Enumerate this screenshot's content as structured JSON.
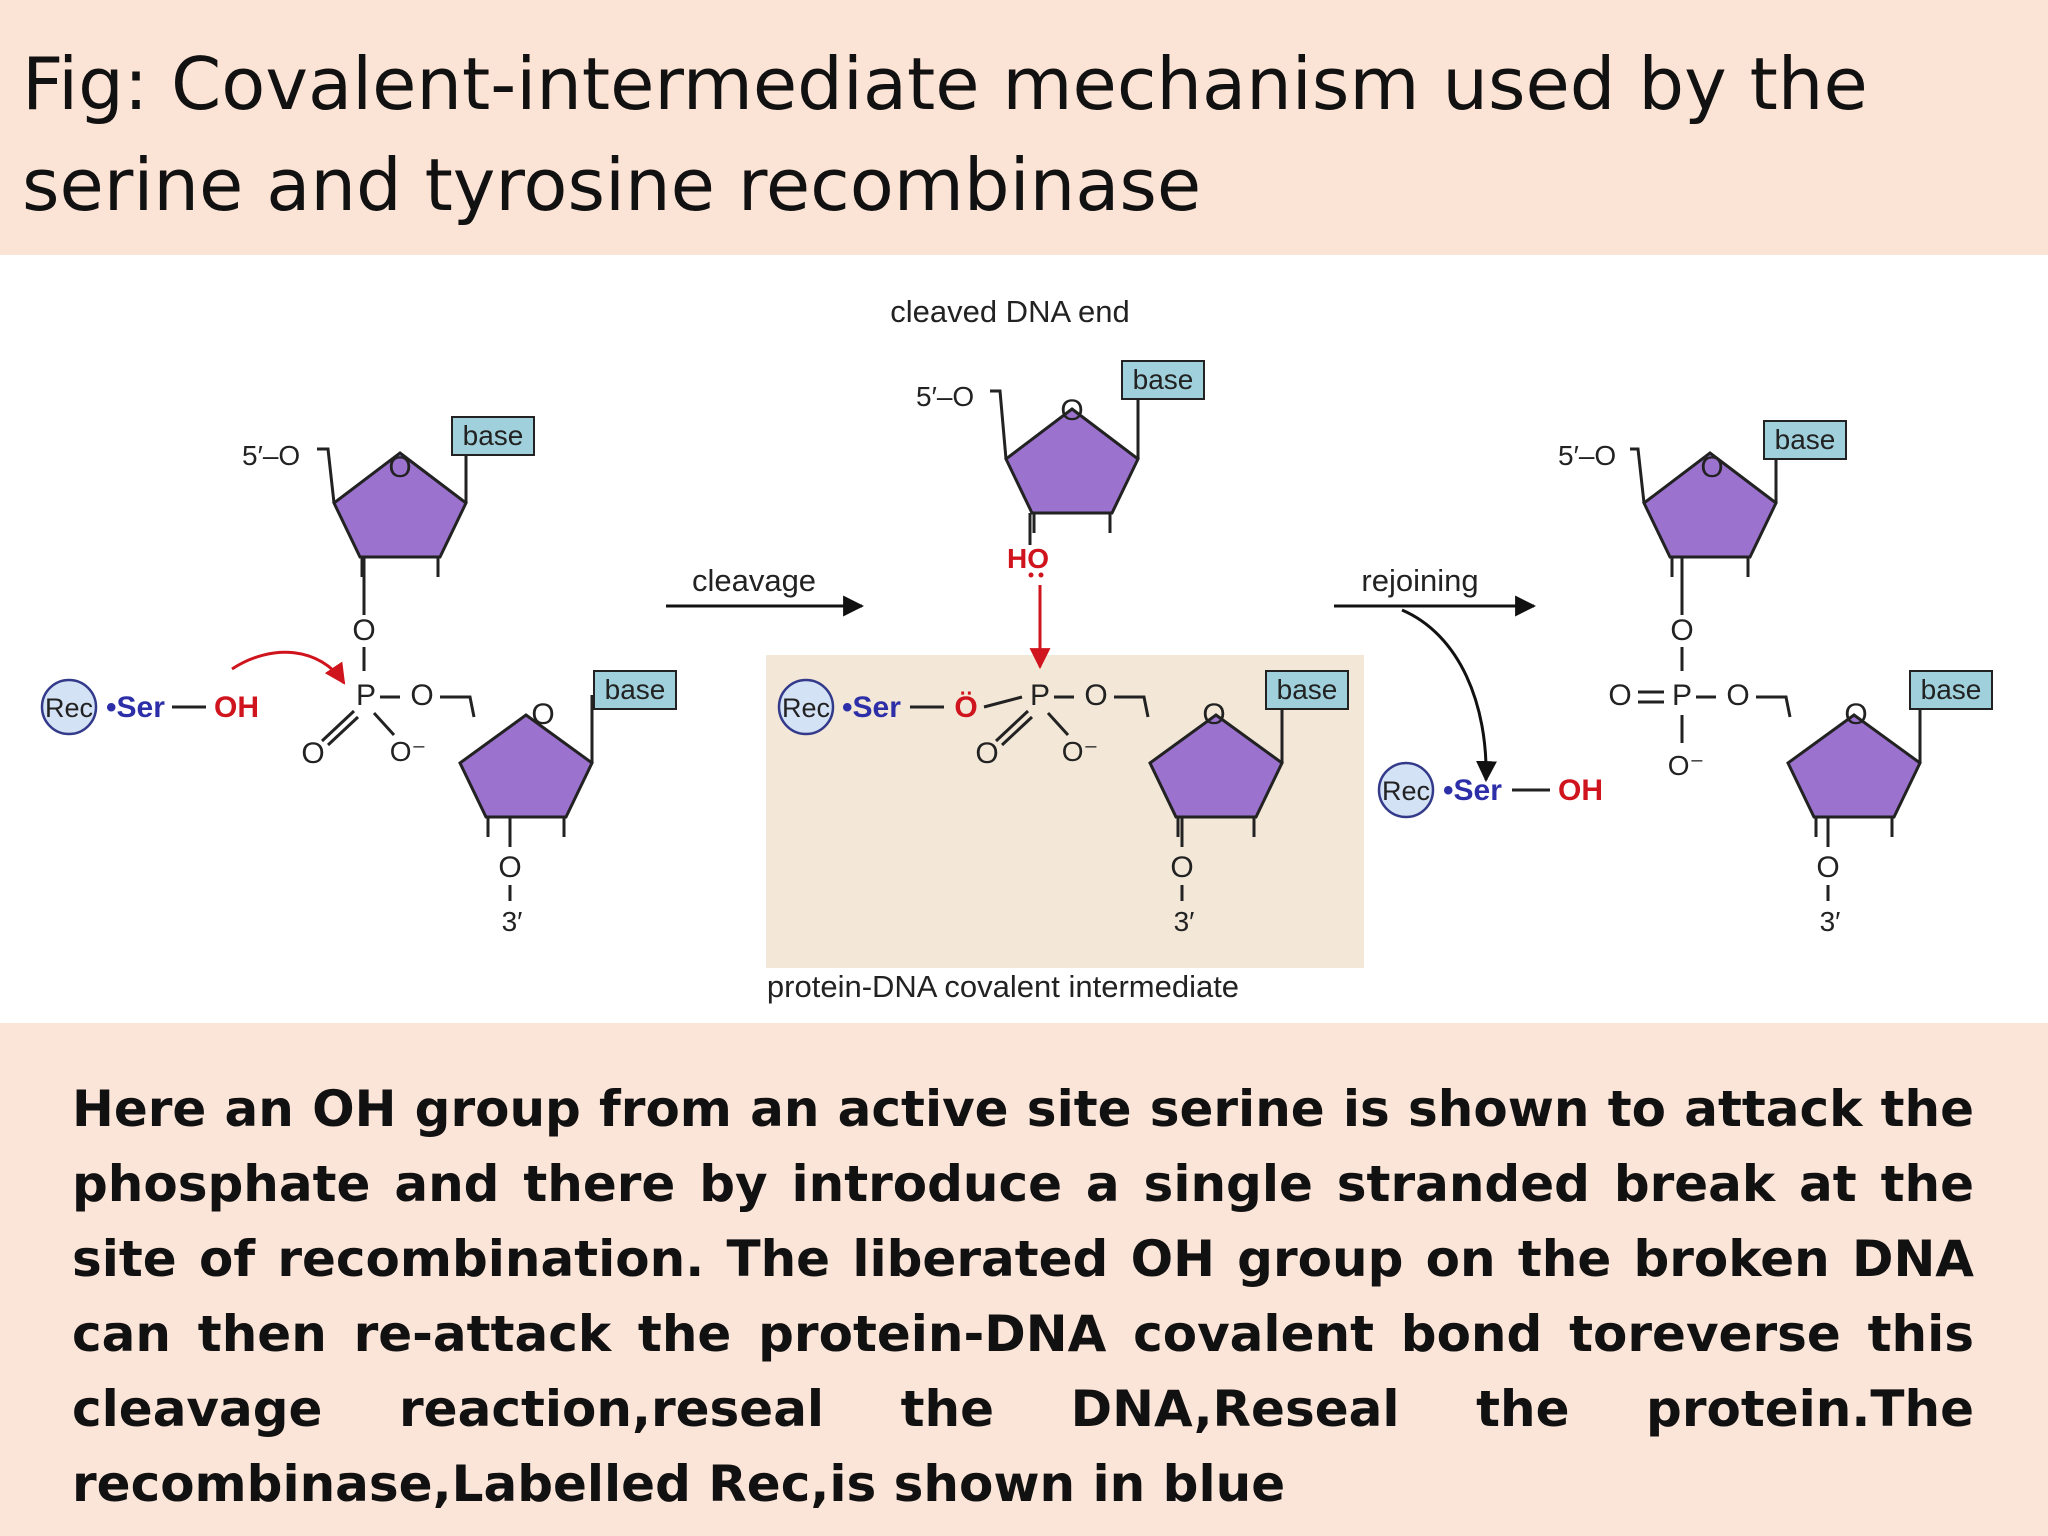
{
  "title": "Fig: Covalent-intermediate mechanism used by the serine and tyrosine recombinase",
  "figure": {
    "cleaved_label": "cleaved DNA end",
    "intermediate_label": "protein-DNA covalent intermediate",
    "arrow_cleavage": "cleavage",
    "arrow_rejoining": "rejoining",
    "five_prime": "5′–O",
    "three_prime": "3′",
    "base": "base",
    "ring_o": "O",
    "linker_o": "O",
    "phosphorus": "P",
    "o_minus": "O⁻",
    "rec": "Rec",
    "ser": "•Ser",
    "oh": "OH",
    "o_dot": "Ö",
    "ho": "HO",
    "colors": {
      "sugar": "#9b73cf",
      "base_box": "#9fd0dc",
      "rec_circle": "#d4e2f6",
      "rec_outline": "#333a8a",
      "ser_text": "#2d2fa8",
      "red": "#d0141e",
      "highlight": "#f3e8d8"
    }
  },
  "body_text": "Here an OH group from an active site serine is shown to attack the phosphate and there by introduce a single stranded break at the site of recombination. The liberated  OH group on the broken DNA can then re-attack the protein-DNA covalent bond toreverse this cleavage reaction,reseal the DNA,Reseal the protein.The recombinase,Labelled Rec,is shown in blue"
}
